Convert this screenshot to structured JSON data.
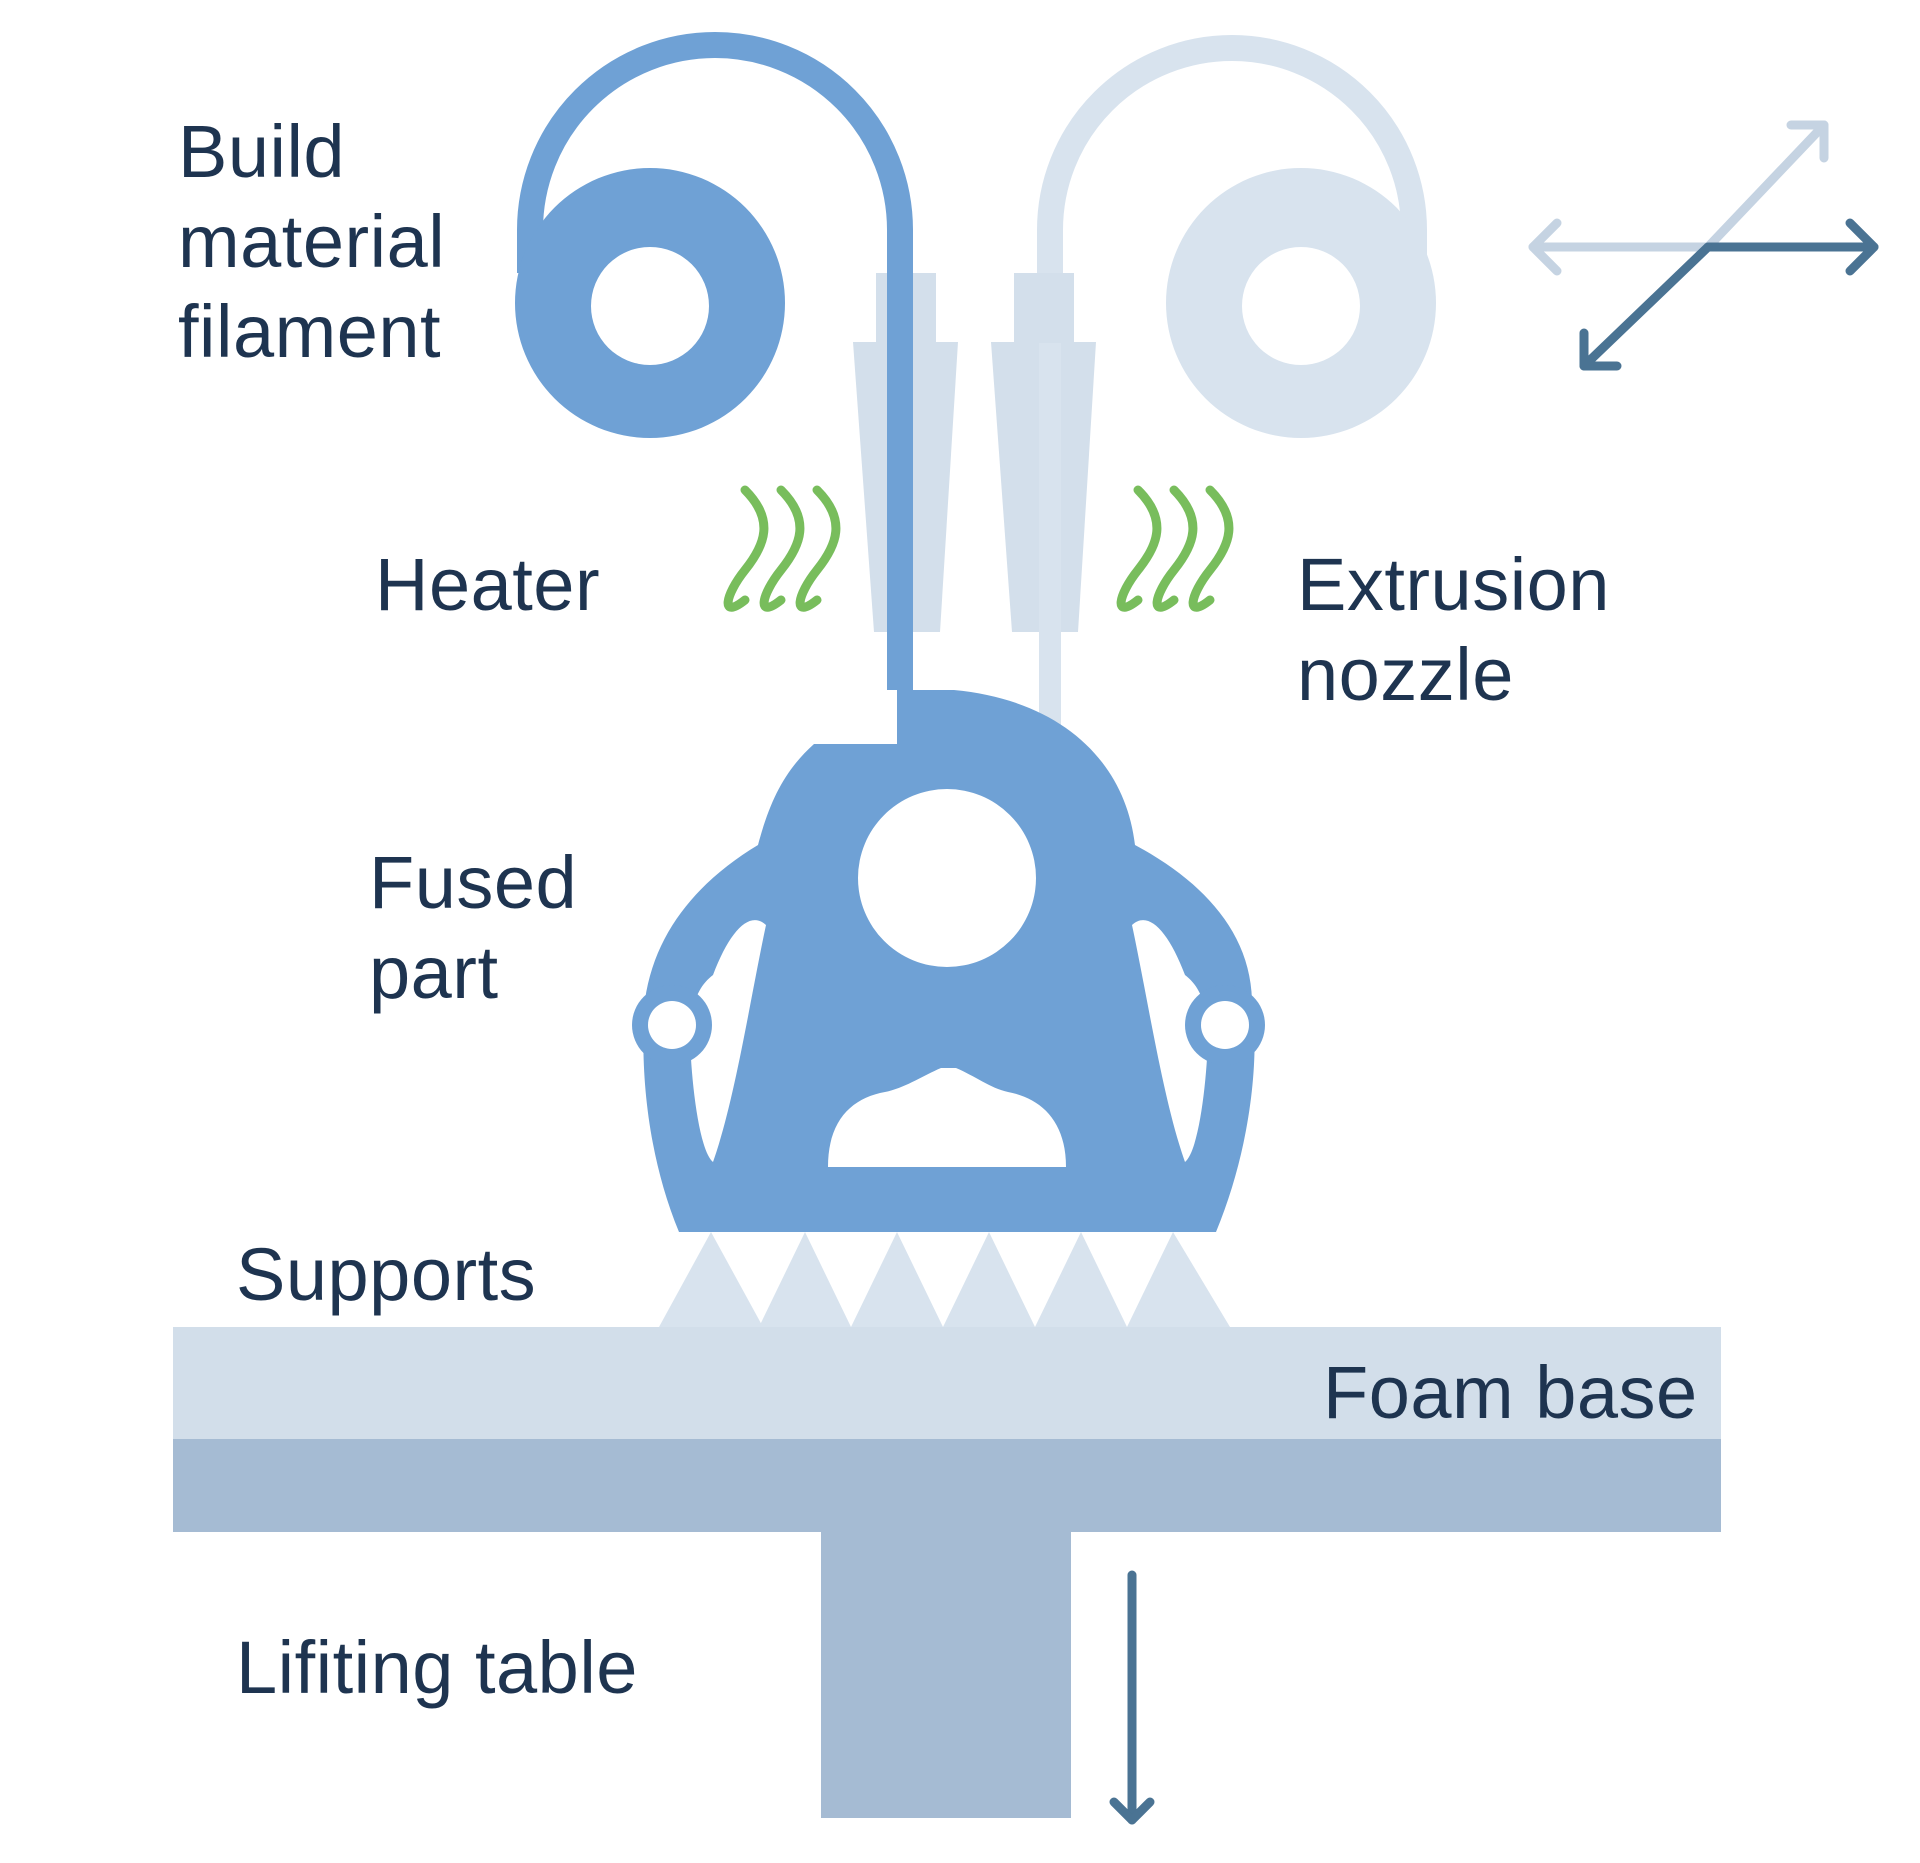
{
  "labels": {
    "build_material_line1": "Build",
    "build_material_line2": "material",
    "build_material_line3": "filament",
    "heater": "Heater",
    "extrusion_nozzle_line1": "Extrusion",
    "extrusion_nozzle_line2": "nozzle",
    "fused_part_line1": "Fused",
    "fused_part_line2": "part",
    "supports": "Supports",
    "foam_base": "Foam base",
    "lifting_table": "Lifiting table"
  },
  "colors": {
    "build_material": "#6fa1d5",
    "support_material": "#d8e3ee",
    "nozzle": "#d3dfeb",
    "heat_waves": "#78bd5c",
    "foam_base": "#d2deea",
    "lifting_table": "#a5bbd3",
    "arrow_dark": "#4a7393",
    "arrow_light": "#c5d3e2",
    "label_text": "#1e3450"
  },
  "icons": {
    "motion_arrows": "xy-motion-arrows-icon",
    "down_arrow": "down-arrow-icon",
    "heat_waves": "heat-waves-icon"
  }
}
